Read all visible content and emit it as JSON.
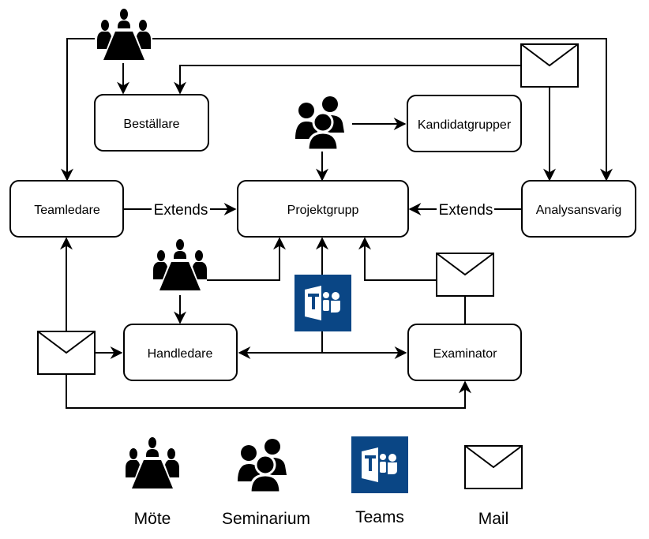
{
  "diagram": {
    "nodes": {
      "bestallare": "Beställare",
      "kandidatgrupper": "Kandidatgrupper",
      "teamledare": "Teamledare",
      "projektgrupp": "Projektgrupp",
      "analysansvarig": "Analysansvarig",
      "handledare": "Handledare",
      "examinator": "Examinator"
    },
    "edge_labels": {
      "teamledare_to_projektgrupp": "Extends",
      "analysansvarig_to_projektgrupp": "Extends"
    },
    "edges": [
      {
        "from": "meeting-top",
        "to": "bestallare",
        "via": "Möte"
      },
      {
        "from": "meeting-top",
        "to": "teamledare",
        "via": "Möte"
      },
      {
        "from": "meeting-top",
        "to": "analysansvarig",
        "via": "Möte"
      },
      {
        "from": "mail-top",
        "to": "bestallare",
        "via": "Mail"
      },
      {
        "from": "mail-top",
        "to": "analysansvarig",
        "via": "Mail"
      },
      {
        "from": "seminar",
        "to": "kandidatgrupper",
        "via": "Seminarium"
      },
      {
        "from": "seminar",
        "to": "projektgrupp",
        "via": "Seminarium"
      },
      {
        "from": "teamledare",
        "to": "projektgrupp",
        "label": "Extends"
      },
      {
        "from": "analysansvarig",
        "to": "projektgrupp",
        "label": "Extends"
      },
      {
        "from": "meeting-mid",
        "to": "projektgrupp",
        "via": "Möte"
      },
      {
        "from": "meeting-mid",
        "to": "handledare",
        "via": "Möte"
      },
      {
        "from": "teams",
        "to": "projektgrupp",
        "via": "Teams"
      },
      {
        "from": "teams",
        "to": "handledare",
        "via": "Teams"
      },
      {
        "from": "teams",
        "to": "examinator",
        "via": "Teams"
      },
      {
        "from": "examinator",
        "to": "projektgrupp",
        "via": "Mail"
      },
      {
        "from": "mail-left",
        "to": "teamledare",
        "via": "Mail"
      },
      {
        "from": "mail-left",
        "to": "handledare",
        "via": "Mail"
      },
      {
        "from": "mail-left",
        "to": "examinator",
        "via": "Mail"
      }
    ]
  },
  "legend": {
    "items": [
      {
        "icon": "meeting-icon",
        "label": "Möte"
      },
      {
        "icon": "seminar-icon",
        "label": "Seminarium"
      },
      {
        "icon": "teams-icon",
        "label": "Teams"
      },
      {
        "icon": "mail-icon",
        "label": "Mail"
      }
    ]
  },
  "colors": {
    "teams_blue": "#0a4685",
    "stroke": "#000000"
  }
}
